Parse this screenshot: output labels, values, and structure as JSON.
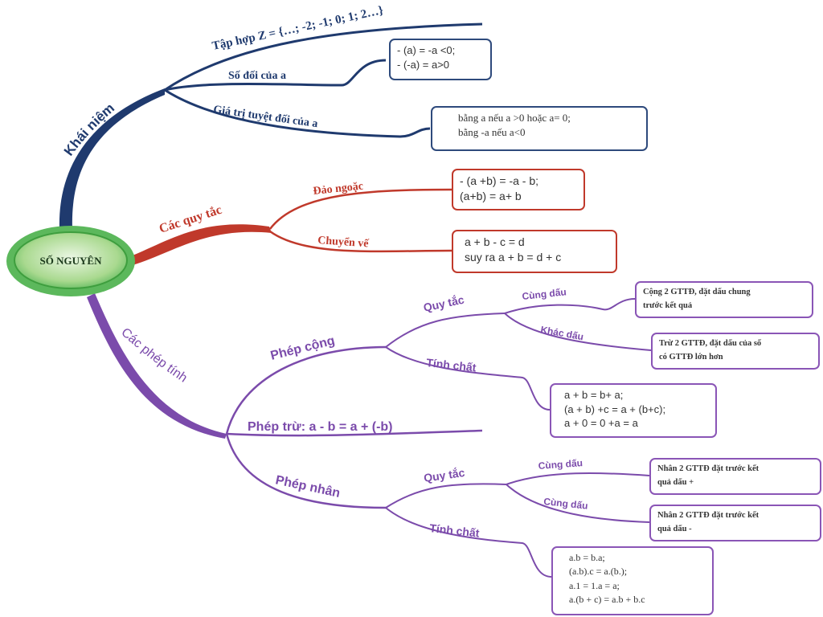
{
  "center": {
    "label": "SỐ NGUYÊN"
  },
  "colors": {
    "navy": "#1f3a6e",
    "red": "#c0392b",
    "purple": "#7b4bab",
    "green": "#5cb85c"
  },
  "khai_niem": {
    "label": "Khái niệm",
    "tap_hop": "Tập hợp Z = {…; -2; -1; 0; 1; 2…}",
    "so_doi": {
      "label": "Số đối của a",
      "lines": [
        "- (a) = -a <0;",
        "- (-a) = a>0"
      ]
    },
    "gttd": {
      "label": "Giá trị tuyệt đối của a",
      "lines": [
        "bằng a nếu a >0 hoặc a= 0;",
        "bằng -a nếu a<0"
      ]
    }
  },
  "quy_tac": {
    "label": "Các quy tắc",
    "dao_ngoac": {
      "label": "Đảo ngoặc",
      "lines": [
        "- (a +b) = -a - b;",
        "(a+b) = a+ b"
      ]
    },
    "chuyen_ve": {
      "label": "Chuyển vế",
      "lines": [
        "a + b - c = d",
        "suy ra a + b = d + c"
      ]
    }
  },
  "phep_tinh": {
    "label": "Các phép tính",
    "phep_cong": {
      "label": "Phép cộng",
      "quy_tac": {
        "label": "Quy tắc",
        "cung_dau": {
          "label": "Cùng dấu",
          "lines": [
            "Cộng 2 GTTĐ, đặt dấu chung",
            "trước kết quả"
          ]
        },
        "khac_dau": {
          "label": "Khác dấu",
          "lines": [
            "Trừ 2 GTTĐ, đặt dấu của số",
            "có GTTĐ lớn hơn"
          ]
        }
      },
      "tinh_chat": {
        "label": "Tính chất",
        "lines": [
          "a + b = b+ a;",
          "(a + b) +c = a + (b+c);",
          "a + 0 = 0 +a = a"
        ]
      }
    },
    "phep_tru": {
      "label": "Phép trừ: a - b = a + (-b)"
    },
    "phep_nhan": {
      "label": "Phép nhân",
      "quy_tac": {
        "label": "Quy tắc",
        "cung_dau_1": {
          "label": "Cùng dấu",
          "lines": [
            "Nhân 2 GTTĐ đặt trước kết",
            "quả dấu +"
          ]
        },
        "cung_dau_2": {
          "label": "Cùng dấu",
          "lines": [
            "Nhân 2 GTTĐ đặt trước kết",
            "quả dấu -"
          ]
        }
      },
      "tinh_chat": {
        "label": "Tính chất",
        "lines": [
          "a.b = b.a;",
          "(a.b).c = a.(b.);",
          "a.1 = 1.a = a;",
          "a.(b + c) = a.b + b.c"
        ]
      }
    }
  }
}
